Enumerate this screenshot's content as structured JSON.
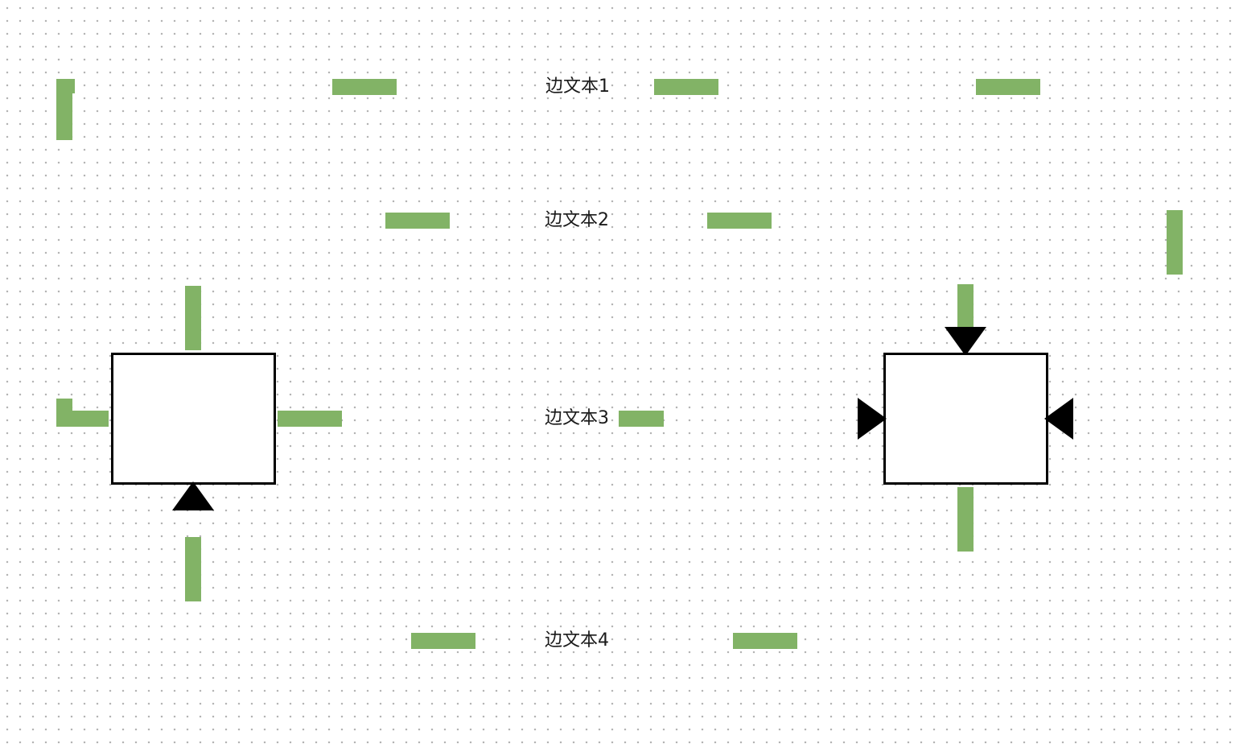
{
  "diagram": {
    "edge_labels": [
      "边文本1",
      "边文本2",
      "边文本3",
      "边文本4"
    ],
    "colors": {
      "edge": "#82b366",
      "node_border": "#000000",
      "node_fill": "#ffffff",
      "arrowhead": "#000000",
      "grid_dot": "#b4b4b4"
    }
  }
}
